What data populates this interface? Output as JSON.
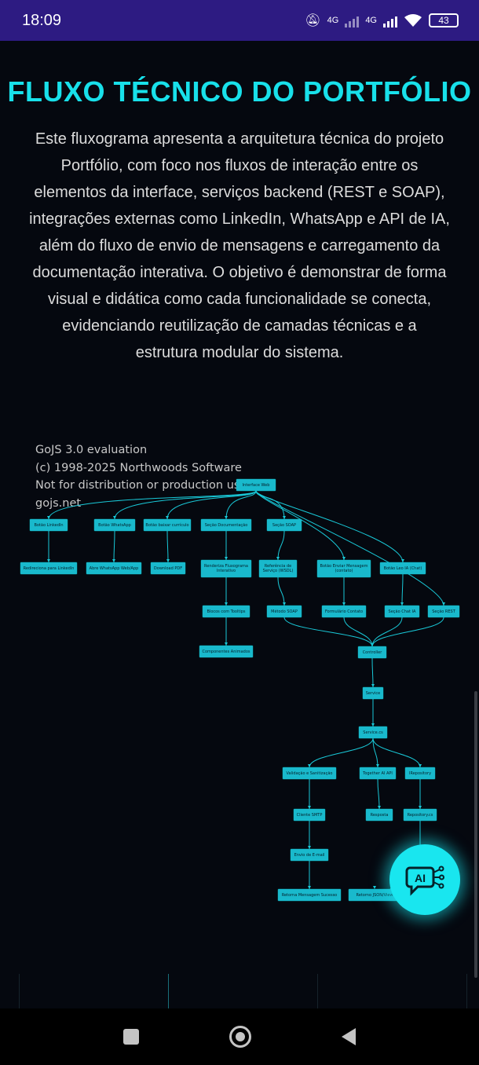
{
  "status_bar": {
    "time": "18:09",
    "network_1": "4G",
    "network_2": "4G",
    "battery": "43"
  },
  "page": {
    "title": "FLUXO TÉCNICO DO PORTFÓLIO",
    "intro_lines": [
      "Este fluxograma apresenta a arquitetura técnica do projeto",
      "Portfólio, com foco nos fluxos de interação entre os",
      "elementos da interface, serviços backend (REST e SOAP),",
      "integrações externas como LinkedIn, WhatsApp e API de IA,",
      "além do fluxo de envio de mensagens e carregamento da",
      "documentação interativa. O objetivo é demonstrar de forma",
      "visual e didática como cada funcionalidade se conecta,",
      "evidenciando reutilização de camadas técnicas e a",
      "estrutura modular do sistema."
    ]
  },
  "watermark": {
    "line1": "GoJS 3.0 evaluation",
    "line2": "(c) 1998-2025 Northwoods Software",
    "line3": "Not for distribution or production use",
    "line4": "gojs.net"
  },
  "diagram": {
    "nodes": {
      "root": "Interface Web",
      "b_linkedin": "Botão LinkedIn",
      "b_whatsapp": "Botão WhatsApp",
      "b_curriculo": "Botão baixar currículo",
      "s_doc": "Seção Documentação",
      "s_soap": "Seção SOAP",
      "r_linkedin": "Redireciona para LinkedIn",
      "r_whatsapp": "Abre WhatsApp Web/App",
      "r_pdf": "Download PDF",
      "r_fluxo": "Renderiza Fluxograma Interativo",
      "r_wsdl": "Referência de Serviço (WSDL)",
      "b_enviar": "Botão Enviar Mensagem (contato)",
      "b_leo": "Botão Leo IA (Chat)",
      "blocos": "Blocos com Tooltips",
      "metodo_soap": "Método SOAP",
      "form_contato": "Formulário Contato",
      "chat_ia": "Seção Chat IA",
      "secao_rest": "Seção REST",
      "componentes": "Componentes Animados",
      "controller": "Controller",
      "service": "Service",
      "service_cs": "Service.cs",
      "validacao": "Validação e Sanitização",
      "together": "Together AI API",
      "irepository": "IRepository",
      "smtp": "Cliente SMTP",
      "resposta": "Resposta",
      "repository_cs": "Repository.cs",
      "envio_email": "Envio de E-mail",
      "retorna_msg": "Retorna Mensagem Sucesso",
      "retorno_json": "Retorno JSON/View"
    }
  },
  "fab": {
    "label": "AI",
    "icon": "ai-chip-icon"
  },
  "colors": {
    "accent": "#19e6ef",
    "status_bar": "#2d1b82",
    "background": "#05080f"
  }
}
